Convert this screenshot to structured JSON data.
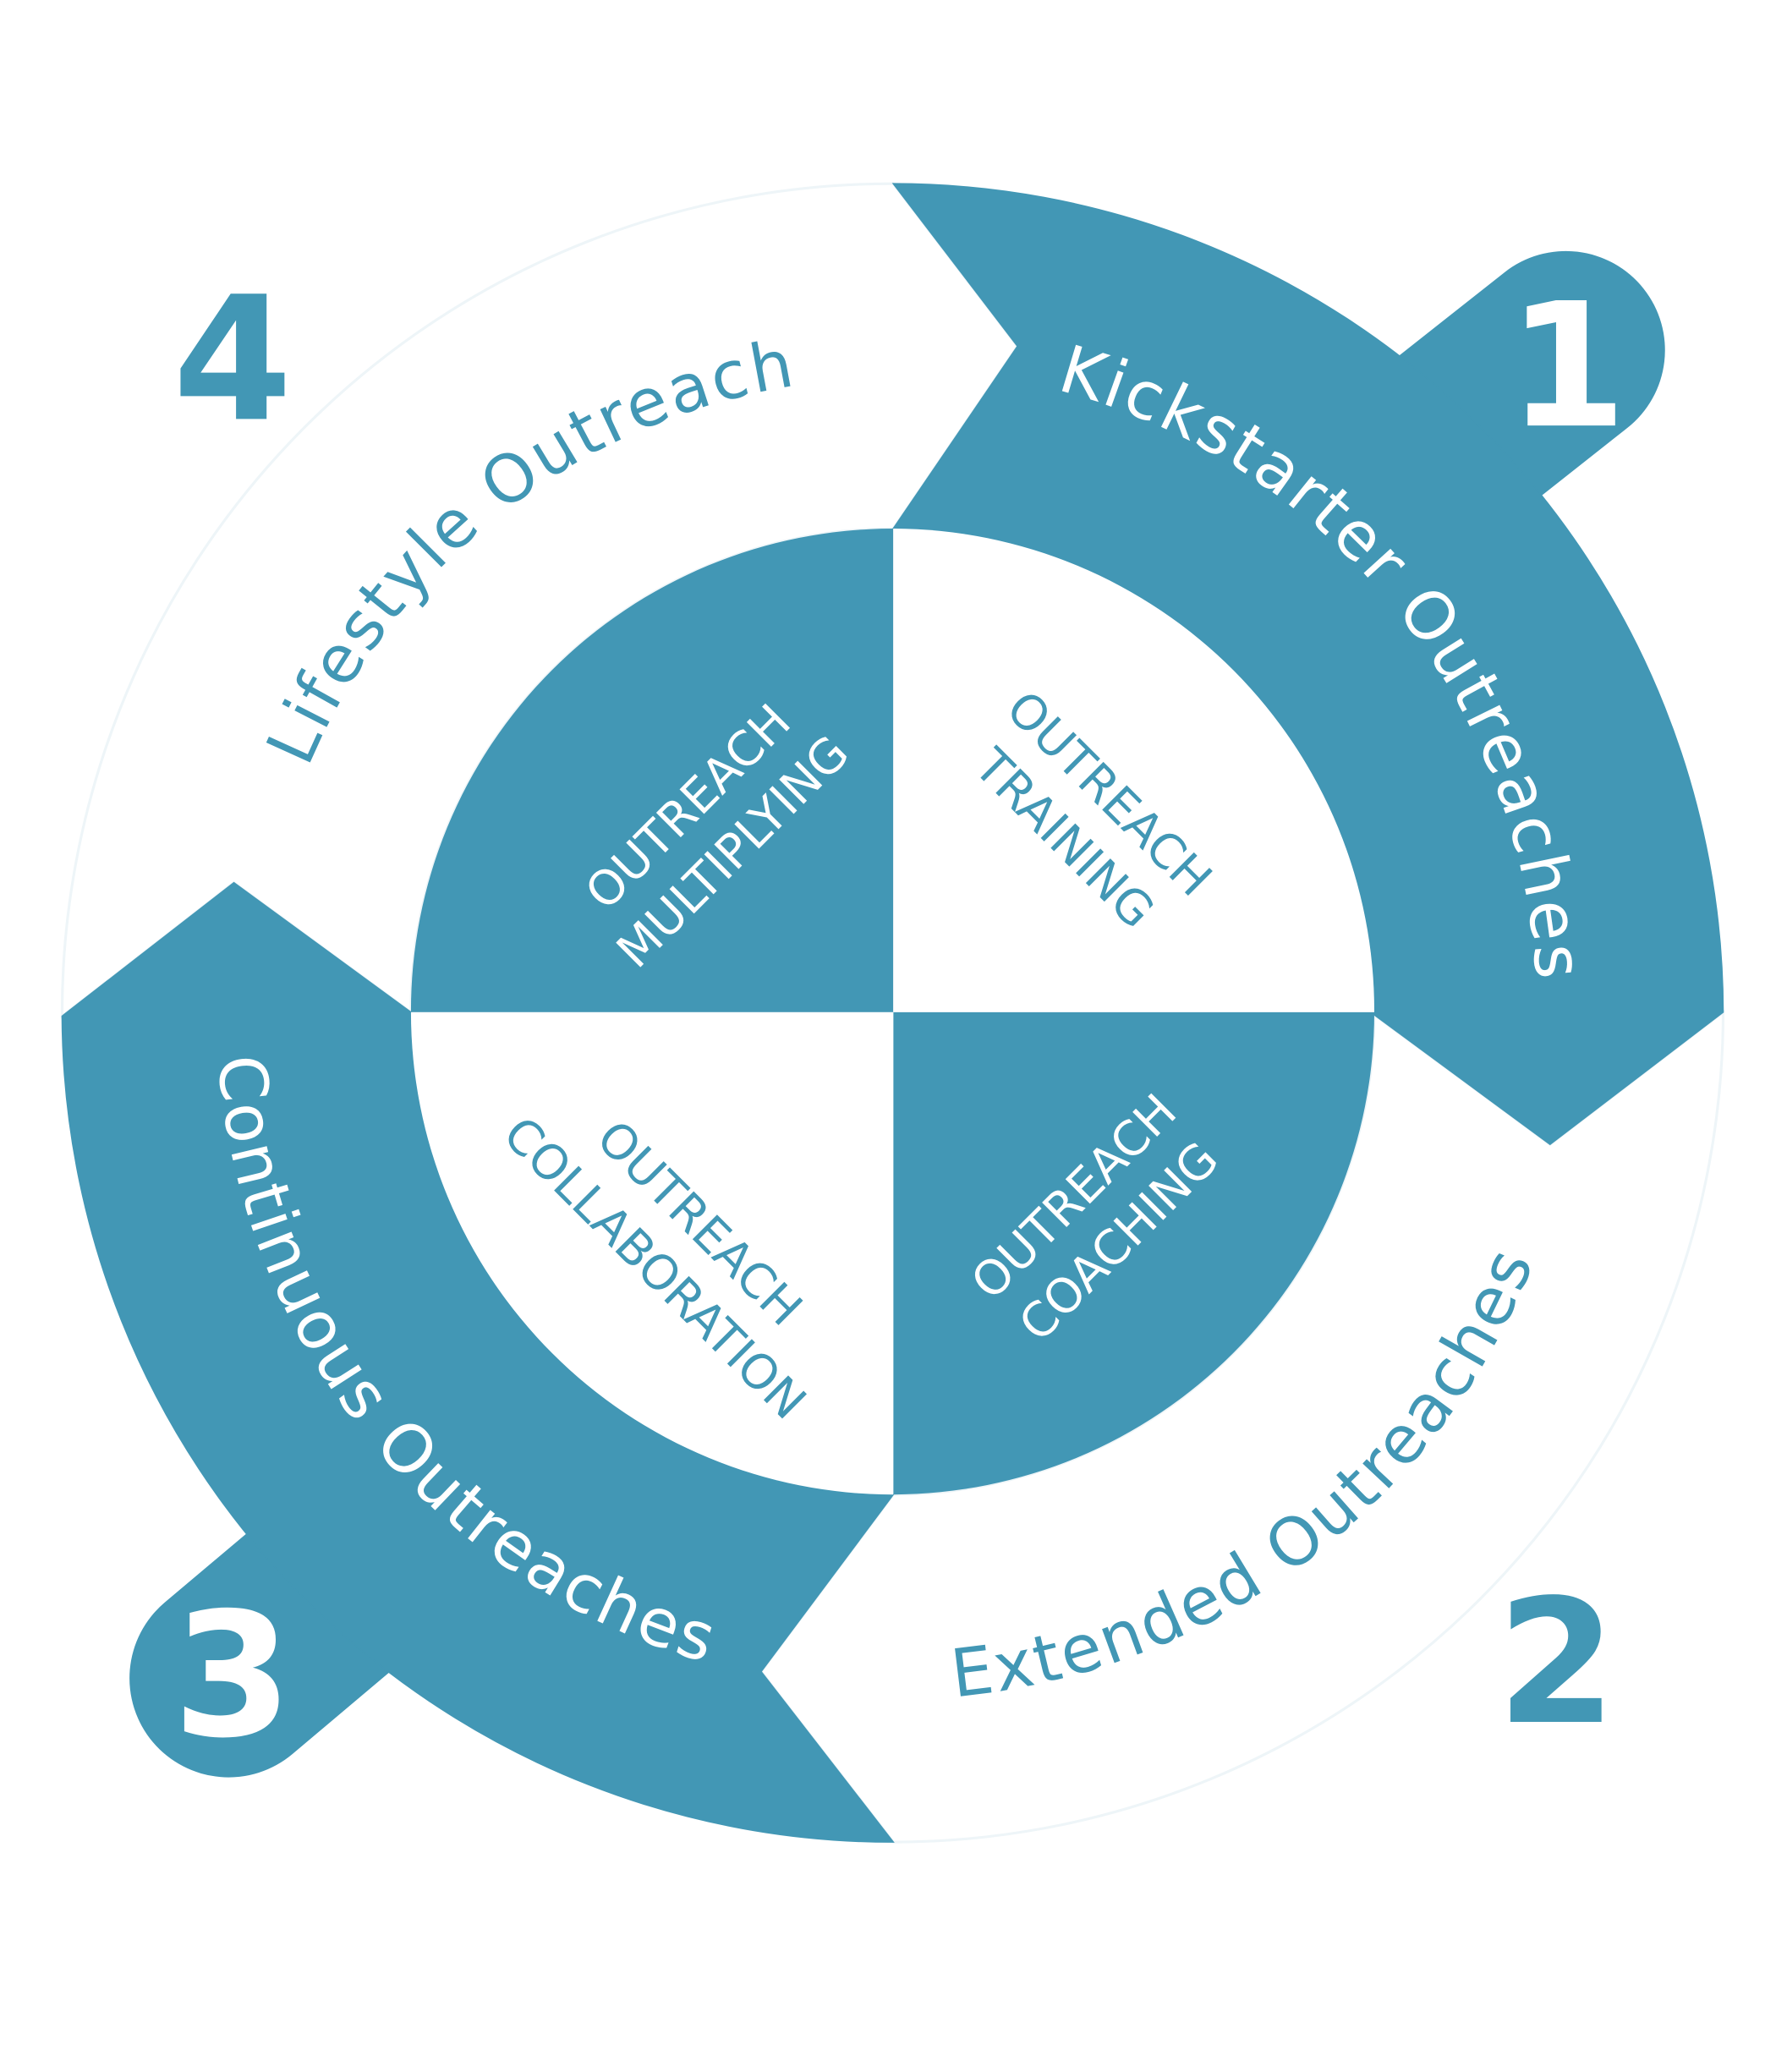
{
  "colors": {
    "accent": "#4297b5",
    "background": "#ffffff",
    "light": "#ffffff"
  },
  "stages": [
    {
      "number": "1",
      "label": "Kickstarter Outreaches"
    },
    {
      "number": "2",
      "label": "Extended Outreaches"
    },
    {
      "number": "3",
      "label": "Continuous Outreaches"
    },
    {
      "number": "4",
      "label": "Lifestyle Outreach"
    }
  ],
  "core": {
    "multiplying": {
      "line1": "OUTREACH",
      "line2": "MULTIPLYING"
    },
    "training": {
      "line1": "OUTREACH",
      "line2": "TRAINING"
    },
    "coaching": {
      "line1": "OUTREACH",
      "line2": "COACHING"
    },
    "collaboration": {
      "line1": "OUTREACH",
      "line2": "COLLABORATION"
    }
  }
}
